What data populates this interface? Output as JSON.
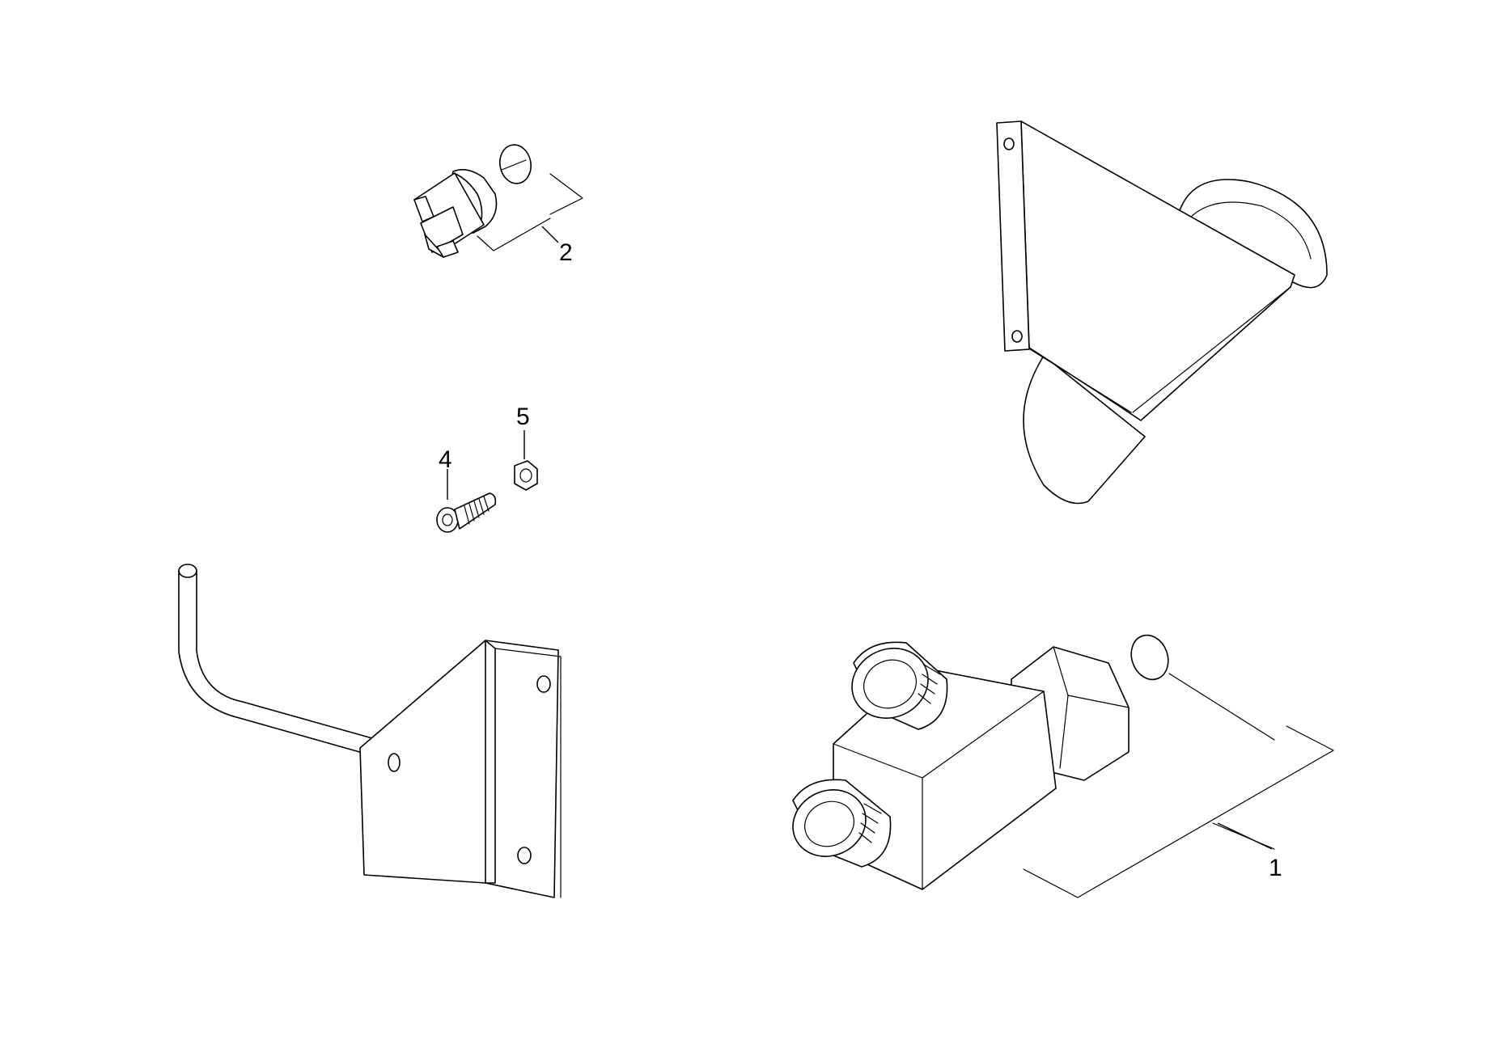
{
  "callouts": [
    {
      "id": "1",
      "label": "1"
    },
    {
      "id": "2",
      "label": "2"
    },
    {
      "id": "4",
      "label": "4"
    },
    {
      "id": "5",
      "label": "5"
    }
  ],
  "colors": {
    "line": "#000000",
    "background": "#ffffff"
  }
}
